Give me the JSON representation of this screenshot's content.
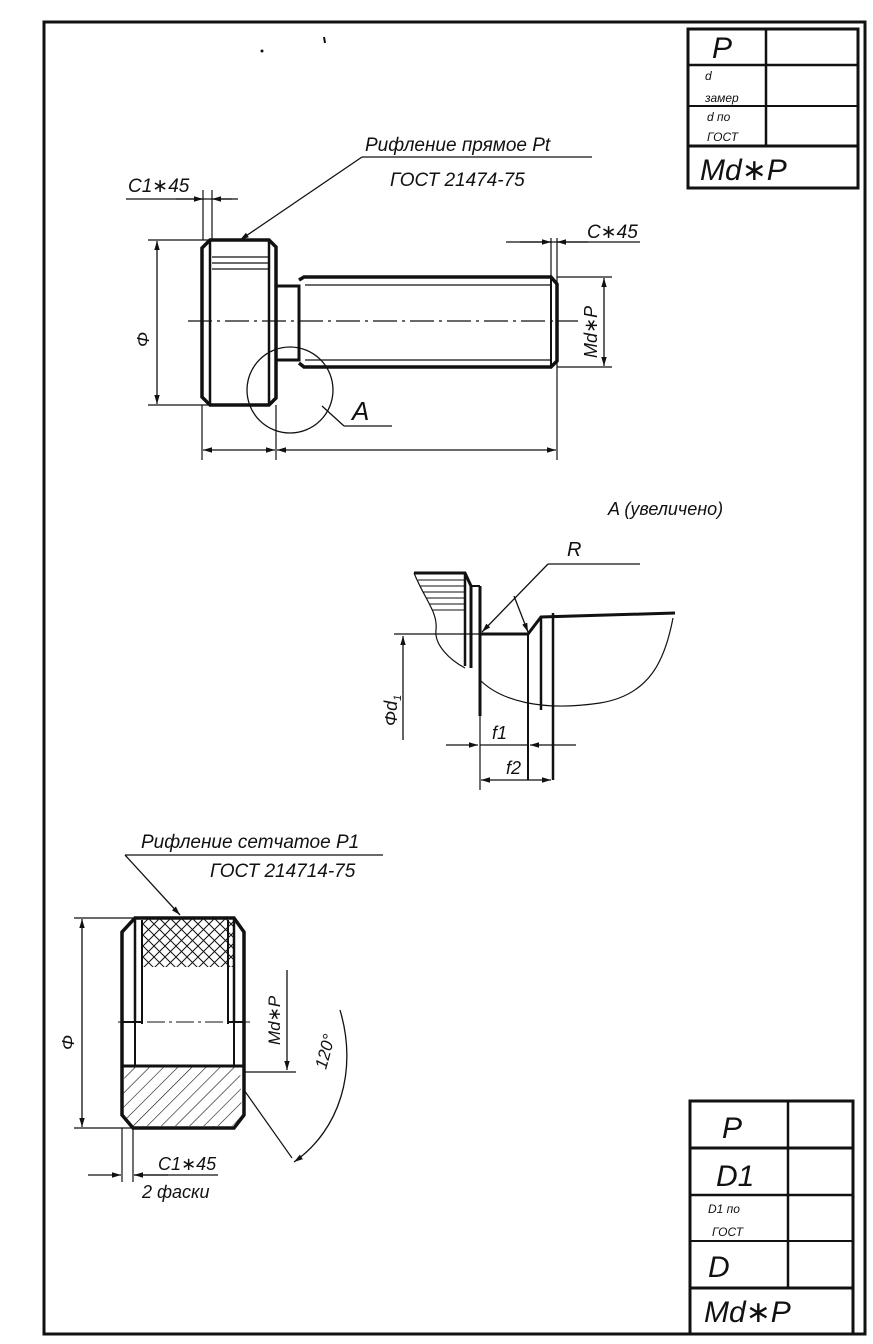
{
  "top_table": {
    "p": "P",
    "d_zamer_1": "d",
    "d_zamer_2": "замер",
    "d_gost_1": "d по",
    "d_gost_2": "ГОСТ",
    "md": "Md∗P"
  },
  "screw": {
    "knurl_label_1": "Рифление прямое Pt",
    "knurl_label_2": "ГОСТ 21474-75",
    "chamfer_head": "C1∗45",
    "chamfer_end": "C∗45",
    "dim_dia": "Φ",
    "dim_thread": "Md∗P",
    "detail_mark": "A"
  },
  "detail": {
    "title": "A (увеличено)",
    "radius": "R",
    "dim_d1": "Φd",
    "dim_d1_sub": "1",
    "f1": "f1",
    "f2": "f2"
  },
  "nut": {
    "knurl_label_1": "Рифление сетчатое P1",
    "knurl_label_2": "ГОСТ 214714-75",
    "dim_dia": "Φ",
    "dim_thread": "Md∗P",
    "angle": "120°",
    "chamfer": "C1∗45",
    "chamfer_note": "2 фаски"
  },
  "bottom_table": {
    "p": "P",
    "d1": "D1",
    "d1_gost_1": "D1 по",
    "d1_gost_2": "ГОСТ",
    "d": "D",
    "md": "Md∗P"
  }
}
